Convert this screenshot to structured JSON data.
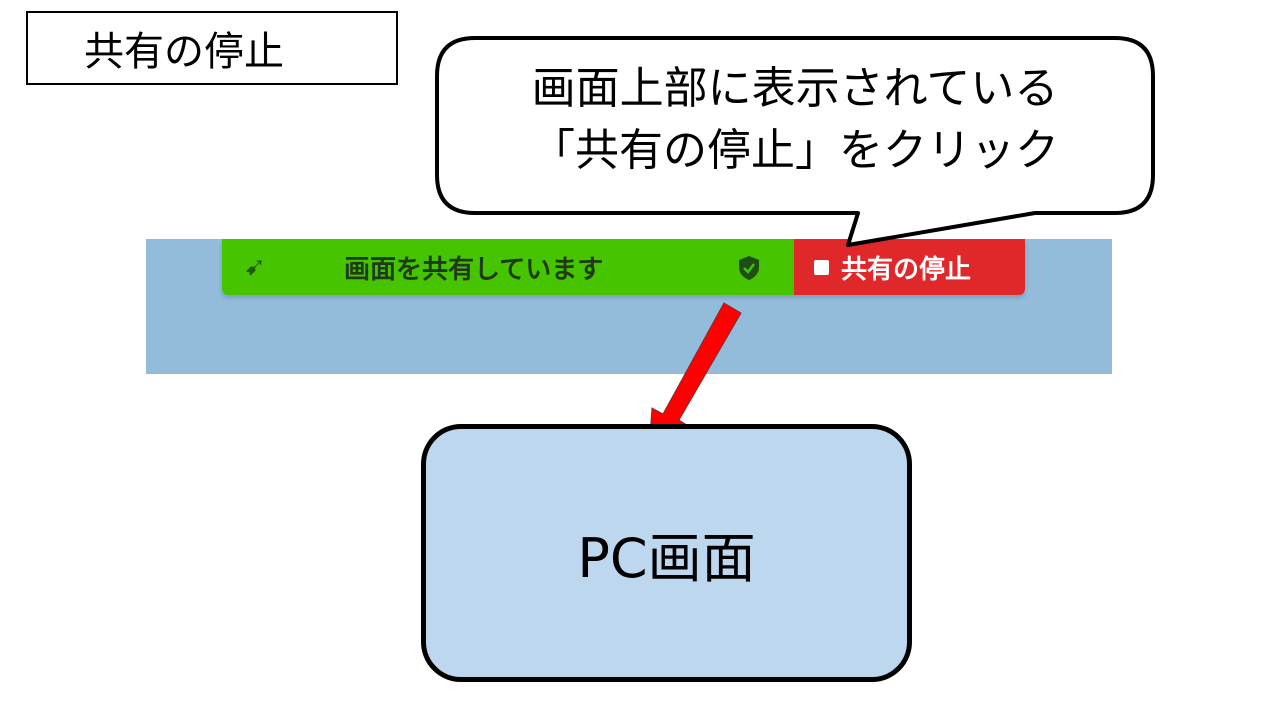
{
  "slide_title": "共有の停止",
  "callout": {
    "line1": "画面上部に表示されている",
    "line2": "「共有の停止」をクリック"
  },
  "share_bar": {
    "status_text": "画面を共有しています",
    "back_icon": "arrow-icon",
    "shield_icon": "shield-check-icon",
    "stop_label": "共有の停止",
    "green": "#47c400",
    "red": "#e0282b"
  },
  "pc_box_label": "PC画面",
  "colors": {
    "arrow": "#ff0000",
    "pc_box": "#bdd7ee",
    "screen": "#92bcda"
  }
}
